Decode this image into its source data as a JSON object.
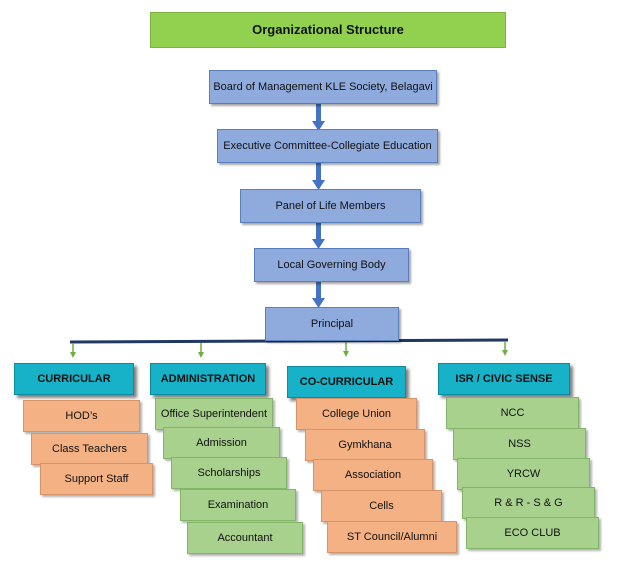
{
  "title": "Organizational Structure",
  "chain": [
    "Board of Management KLE Society, Belagavi",
    "Executive Committee-Collegiate Education",
    "Panel of Life Members",
    "Local Governing Body",
    "Principal"
  ],
  "branches": [
    {
      "header": "CURRICULAR",
      "items": [
        "HOD’s",
        "Class Teachers",
        "Support Staff"
      ]
    },
    {
      "header": "ADMINISTRATION",
      "items": [
        "Office Superintendent",
        "Admission",
        "Scholarships",
        "Examination",
        "Accountant"
      ]
    },
    {
      "header": "CO-CURRICULAR",
      "items": [
        "College Union",
        "Gymkhana",
        "Association",
        "Cells",
        "ST Council/Alumni"
      ]
    },
    {
      "header": "ISR / CIVIC SENSE",
      "items": [
        "NCC",
        "NSS",
        "YRCW",
        "R & R - S & G",
        "ECO CLUB"
      ]
    }
  ],
  "colors": {
    "title": "#92d050",
    "chain": "#8faadc",
    "header": "#17b2c8",
    "curricular_items": "#f4b183",
    "administration_items": "#a9d18e",
    "cocurricular_items": "#f4b183",
    "isr_items": "#a9d18e",
    "connector_blue": "#4472c4",
    "connector_green": "#70ad47"
  }
}
